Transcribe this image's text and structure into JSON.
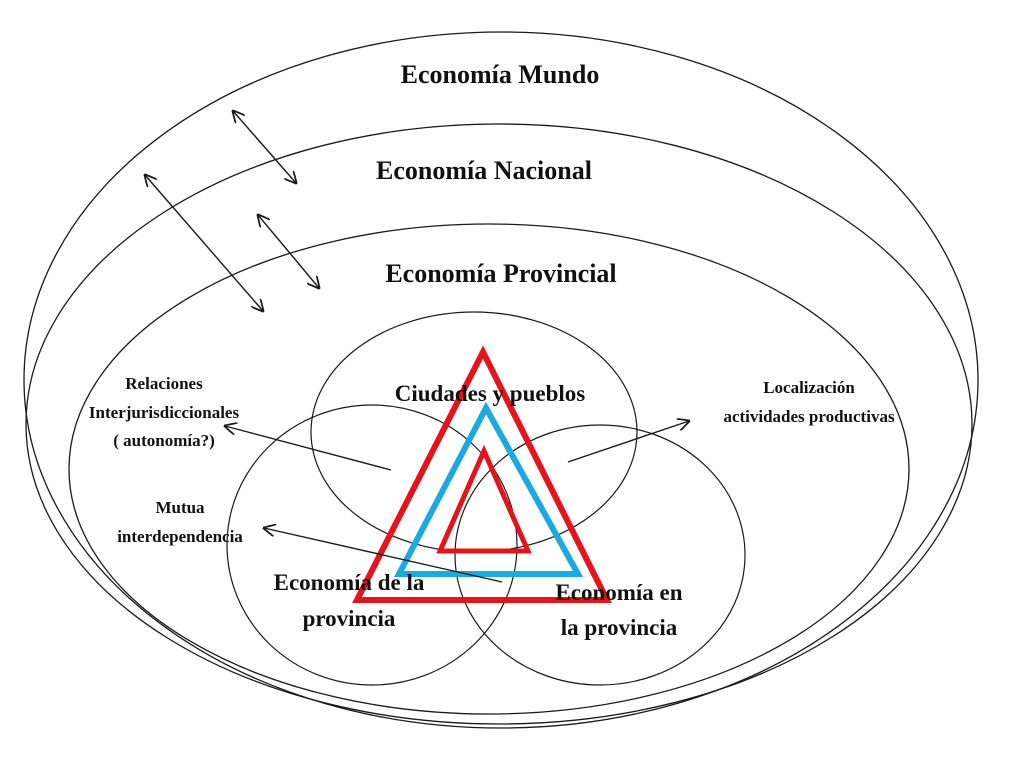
{
  "titles": {
    "mundo": "Economía Mundo",
    "nacional": "Economía Nacional",
    "provincial": "Economía Provincial"
  },
  "circles": {
    "top": "Ciudades y pueblos",
    "left_line1": "Economía de la",
    "left_line2": "provincia",
    "right_line1": "Economía en",
    "right_line2": "la provincia"
  },
  "annotations": {
    "relaciones_line1": "Relaciones",
    "relaciones_line2": "Interjurisdiccionales",
    "relaciones_line3": "( autonomía?)",
    "mutua_line1": "Mutua",
    "mutua_line2": "interdependencia",
    "localizacion_line1": "Localización",
    "localizacion_line2": "actividades productivas"
  },
  "colors": {
    "triangle_outer": "#e3141b",
    "triangle_middle": "#1ba9df",
    "triangle_inner": "#e3141b"
  }
}
